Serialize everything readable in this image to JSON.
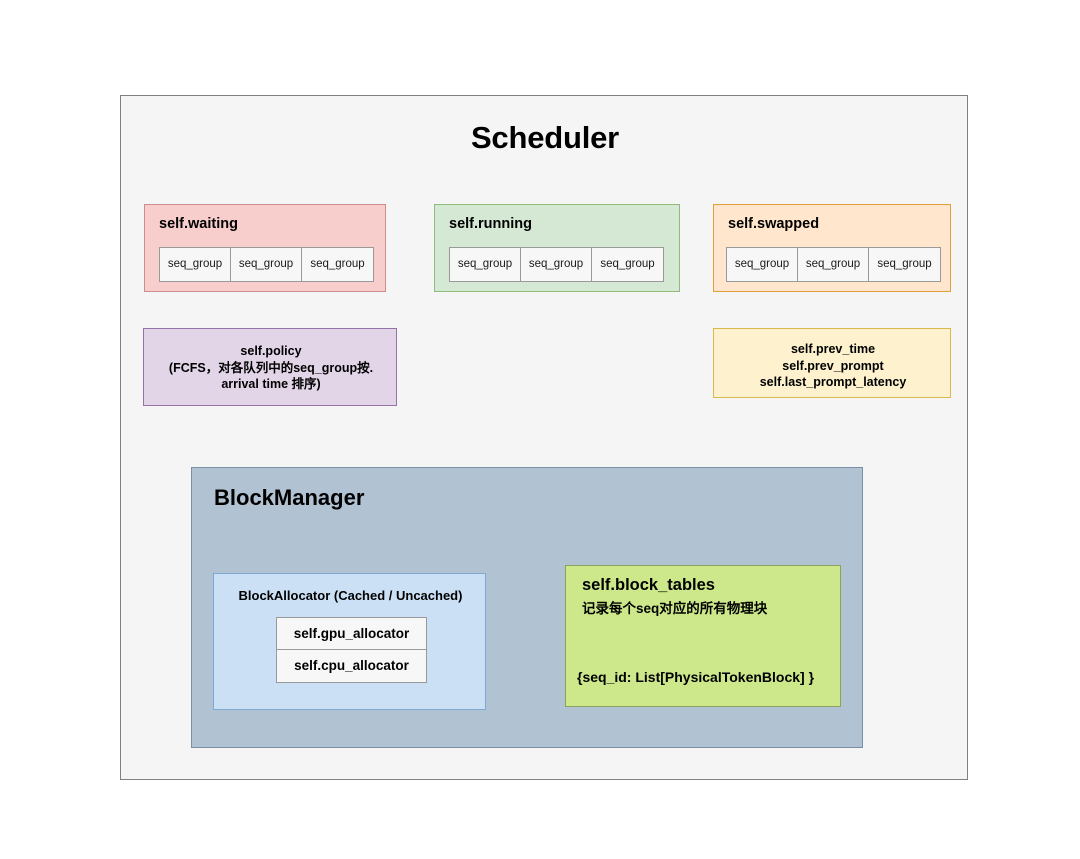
{
  "diagram": {
    "title": "Scheduler",
    "queues": [
      {
        "id": "waiting",
        "label": "self.waiting",
        "fill": "#f8cecc",
        "stroke": "#cc8e8c",
        "items": [
          "seq_group",
          "seq_group",
          "seq_group"
        ]
      },
      {
        "id": "running",
        "label": "self.running",
        "fill": "#d5e8d4",
        "stroke": "#8fbb7e",
        "items": [
          "seq_group",
          "seq_group",
          "seq_group"
        ]
      },
      {
        "id": "swapped",
        "label": "self.swapped",
        "fill": "#ffe6cc",
        "stroke": "#e0a03b",
        "items": [
          "seq_group",
          "seq_group",
          "seq_group"
        ]
      }
    ],
    "policy": {
      "fill": "#e1d5e7",
      "stroke": "#9673a6",
      "text": "self.policy\n(FCFS，对各队列中的seq_group按.\narrival time 排序)"
    },
    "timing": {
      "fill": "#fdf2cd",
      "stroke": "#d9b94c",
      "lines": [
        "self.prev_time",
        "self.prev_prompt",
        "self.last_prompt_latency"
      ]
    },
    "block_manager": {
      "title": "BlockManager",
      "fill": "#b1c3d3",
      "stroke": "#7a8fa3",
      "allocator": {
        "title": "BlockAllocator (Cached / Uncached)",
        "fill": "#cce0f5",
        "stroke": "#7fa8d4",
        "cells": [
          "self.gpu_allocator",
          "self.cpu_allocator"
        ]
      },
      "block_tables": {
        "title": "self.block_tables",
        "subtitle": "记录每个seq对应的所有物理块",
        "schema": "{seq_id: List[PhysicalTokenBlock] }",
        "fill": "#cde88a",
        "stroke": "#8aa35c"
      }
    }
  }
}
